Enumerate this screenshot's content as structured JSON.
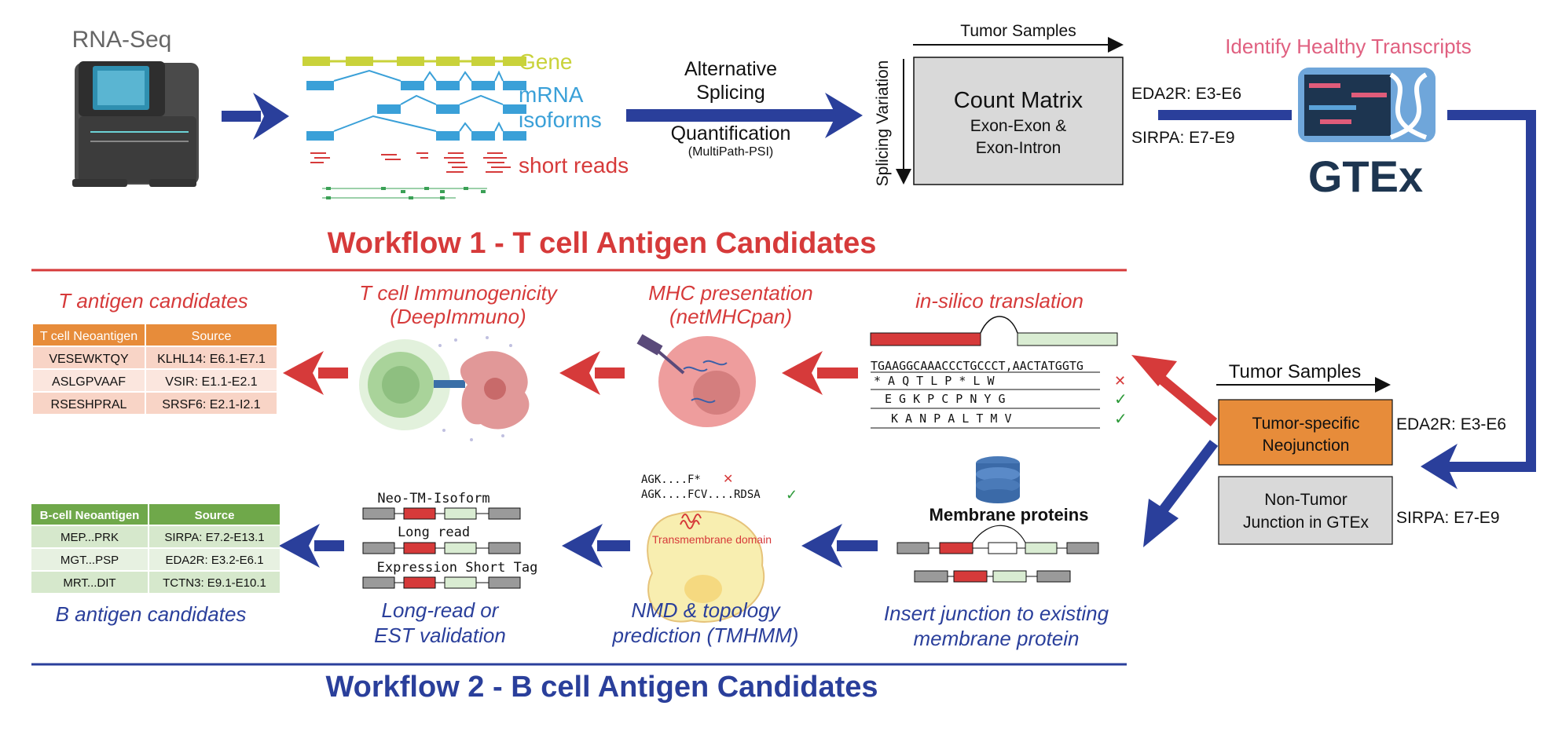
{
  "colors": {
    "red": "#d63a3a",
    "blue": "#2a3f9b",
    "orange": "#e78c3a",
    "green": "#6fa84a",
    "grey_box": "#d9d9d9",
    "cyan": "#3aa0d8",
    "gene": "#c9d23a",
    "pink": "#e06080"
  },
  "top": {
    "rnaseq_label": "RNA-Seq",
    "gene_label": "Gene",
    "mrna_label1": "mRNA",
    "mrna_label2": "isoforms",
    "reads_label": "short reads",
    "alt_splicing1": "Alternative",
    "alt_splicing2": "Splicing",
    "quant": "Quantification",
    "multipath": "(MultiPath-PSI)",
    "tumor_samples": "Tumor Samples",
    "splicing_variation": "Splicing Variation",
    "count_matrix_title": "Count Matrix",
    "count_matrix_sub1": "Exon-Exon &",
    "count_matrix_sub2": "Exon-Intron",
    "eda2r": "EDA2R: E3-E6",
    "sirpa": "SIRPA: E7-E9",
    "identify_healthy": "Identify Healthy Transcripts",
    "gtex_logo": "GTEx"
  },
  "workflow1": {
    "title": "Workflow 1 - T cell Antigen Candidates",
    "t_candidates": "T antigen candidates",
    "immunogenicity1": "T cell Immunogenicity",
    "immunogenicity2": "(DeepImmuno)",
    "mhc1": "MHC presentation",
    "mhc2": "(netMHCpan)",
    "translation": "in-silico translation",
    "dna_seq": "TGAAGGCAAACCCTGCCCT,AACTATGGTG",
    "frame1": "* A Q T L P * L W",
    "frame2": "E G K P C P N Y G",
    "frame3": "K A N P A L T M V",
    "mark_x": "✕",
    "mark_ok": "✓",
    "table": {
      "headers": [
        "T cell Neoantigen",
        "Source"
      ],
      "rows": [
        [
          "VESEWKTQY",
          "KLHL14: E6.1-E7.1"
        ],
        [
          "ASLGPVAAF",
          "VSIR: E1.1-E2.1"
        ],
        [
          "RSESHPRAL",
          "SRSF6: E2.1-I2.1"
        ]
      ]
    }
  },
  "right": {
    "tumor_samples": "Tumor Samples",
    "tumor_specific1": "Tumor-specific",
    "tumor_specific2": "Neojunction",
    "non_tumor1": "Non-Tumor",
    "non_tumor2": "Junction in GTEx",
    "eda2r": "EDA2R: E3-E6",
    "sirpa": "SIRPA: E7-E9"
  },
  "workflow2": {
    "title": "Workflow 2 - B cell Antigen Candidates",
    "b_candidates": "B antigen candidates",
    "membrane_proteins": "Membrane proteins",
    "insert1": "Insert junction to existing",
    "insert2": "membrane protein",
    "nmd1": "NMD & topology",
    "nmd2": "prediction (TMHMM)",
    "tm_domain": "Transmembrane domain",
    "seq1": "AGK....F*",
    "seq2": "AGK....FCV....RDSA",
    "neo_tm": "Neo-TM-Isoform",
    "long_read": "Long read",
    "est": "Expression Short Tag",
    "lr1": "Long-read or",
    "lr2": "EST validation",
    "table": {
      "headers": [
        "B-cell Neoantigen",
        "Source"
      ],
      "rows": [
        [
          "MEP...PRK",
          "SIRPA: E7.2-E13.1"
        ],
        [
          "MGT...PSP",
          "EDA2R: E3.2-E6.1"
        ],
        [
          "MRT...DIT",
          "TCTN3: E9.1-E10.1"
        ]
      ]
    }
  }
}
